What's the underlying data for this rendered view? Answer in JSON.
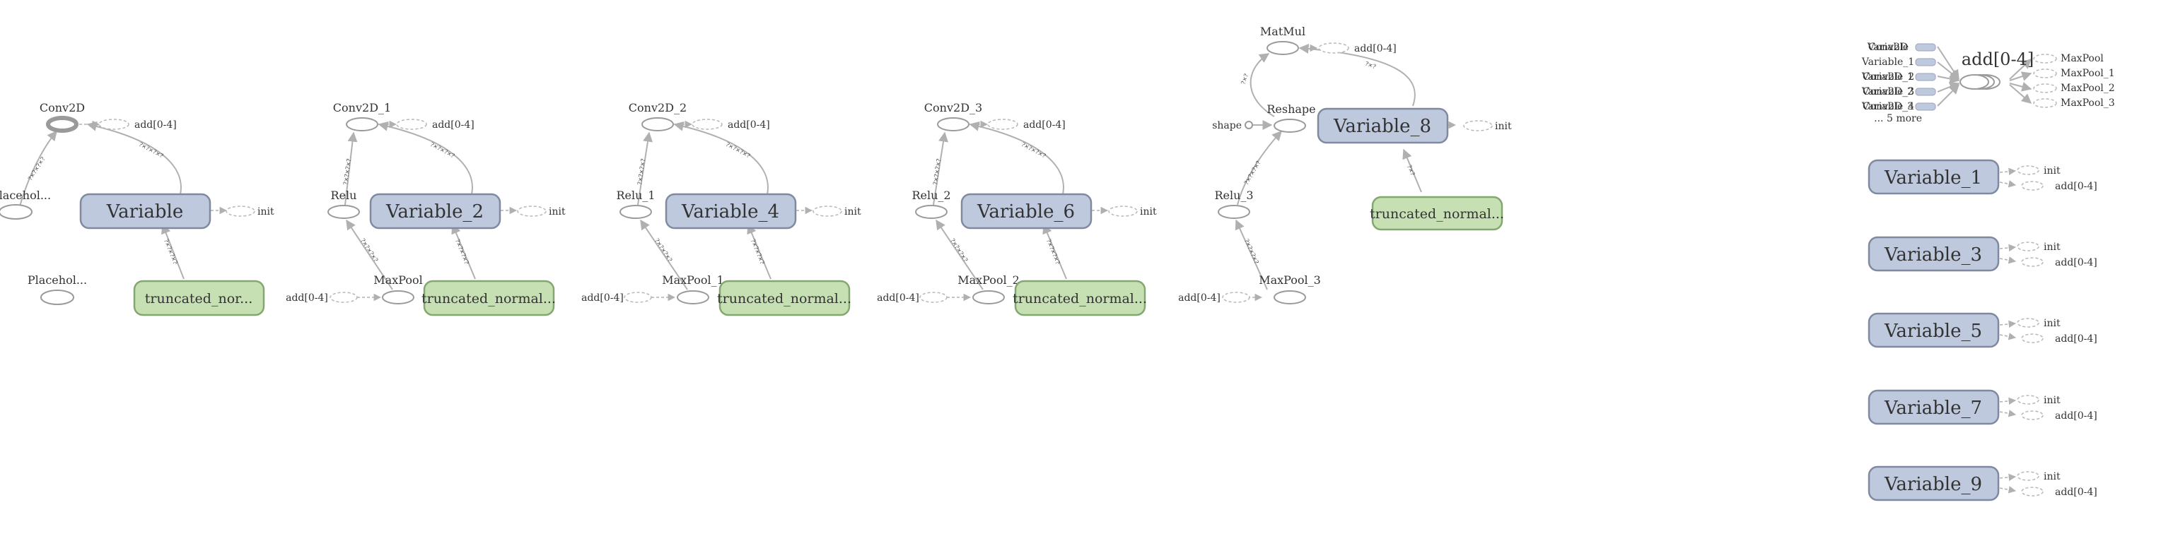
{
  "colors": {
    "variable_fill": "#bfc9de",
    "truncated_fill": "#c6e0b4",
    "edge": "#b0b0b0",
    "op_stroke": "#9a9a9a"
  },
  "group1": {
    "conv": "Conv2D",
    "add": "add[0-4]",
    "placeholder_top": "Placehol...",
    "variable": "Variable",
    "init": "init",
    "placeholder_bottom": "Placehol...",
    "truncated": "truncated_nor..."
  },
  "group2": {
    "conv": "Conv2D_1",
    "add": "add[0-4]",
    "relu": "Relu",
    "variable": "Variable_2",
    "init": "init",
    "add_in": "add[0-4]",
    "pool": "MaxPool",
    "truncated": "truncated_normal..."
  },
  "group3": {
    "conv": "Conv2D_2",
    "add": "add[0-4]",
    "relu": "Relu_1",
    "variable": "Variable_4",
    "init": "init",
    "add_in": "add[0-4]",
    "pool": "MaxPool_1",
    "truncated": "truncated_normal..."
  },
  "group4": {
    "conv": "Conv2D_3",
    "add": "add[0-4]",
    "relu": "Relu_2",
    "variable": "Variable_6",
    "init": "init",
    "add_in": "add[0-4]",
    "pool": "MaxPool_2",
    "truncated": "truncated_normal..."
  },
  "group5": {
    "matmul": "MatMul",
    "add": "add[0-4]",
    "shape": "shape",
    "reshape": "Reshape",
    "variable": "Variable_8",
    "init": "init",
    "relu": "Relu_3",
    "truncated": "truncated_normal...",
    "add_in": "add[0-4]",
    "pool": "MaxPool_3"
  },
  "aux": {
    "add_node": "add[0-4]",
    "inputs": [
      "Variable",
      "Variable_1",
      "Variable_2",
      "Variable_3",
      "Variable_4"
    ],
    "overlap_inputs": [
      "Conv2D",
      "Conv2D_1",
      "Conv2D_2",
      "Conv2D_3"
    ],
    "more": "... 5 more",
    "outputs": [
      "MaxPool",
      "MaxPool_1",
      "MaxPool_2",
      "MaxPool_3"
    ],
    "variables": [
      {
        "name": "Variable_1",
        "init": "init",
        "add": "add[0-4]"
      },
      {
        "name": "Variable_3",
        "init": "init",
        "add": "add[0-4]"
      },
      {
        "name": "Variable_5",
        "init": "init",
        "add": "add[0-4]"
      },
      {
        "name": "Variable_7",
        "init": "init",
        "add": "add[0-4]"
      },
      {
        "name": "Variable_9",
        "init": "init",
        "add": "add[0-4]"
      }
    ]
  },
  "edge_labels": {
    "var_to_conv": "?×?×?×?",
    "trunc_to_var": "?×?×?×?",
    "relu_to_conv": "?×?×?×?",
    "pool_to_relu": "?×?×?×?",
    "placeholder_to_conv": "?×?×?×?",
    "var8_to_matmul": "?×?",
    "reshape_to_matmul": "?×?",
    "trunc8_to_var8": "?×?",
    "pool3_to_relu3": "?×?×?×?",
    "relu3_to_reshape": "?×?×?×?"
  }
}
